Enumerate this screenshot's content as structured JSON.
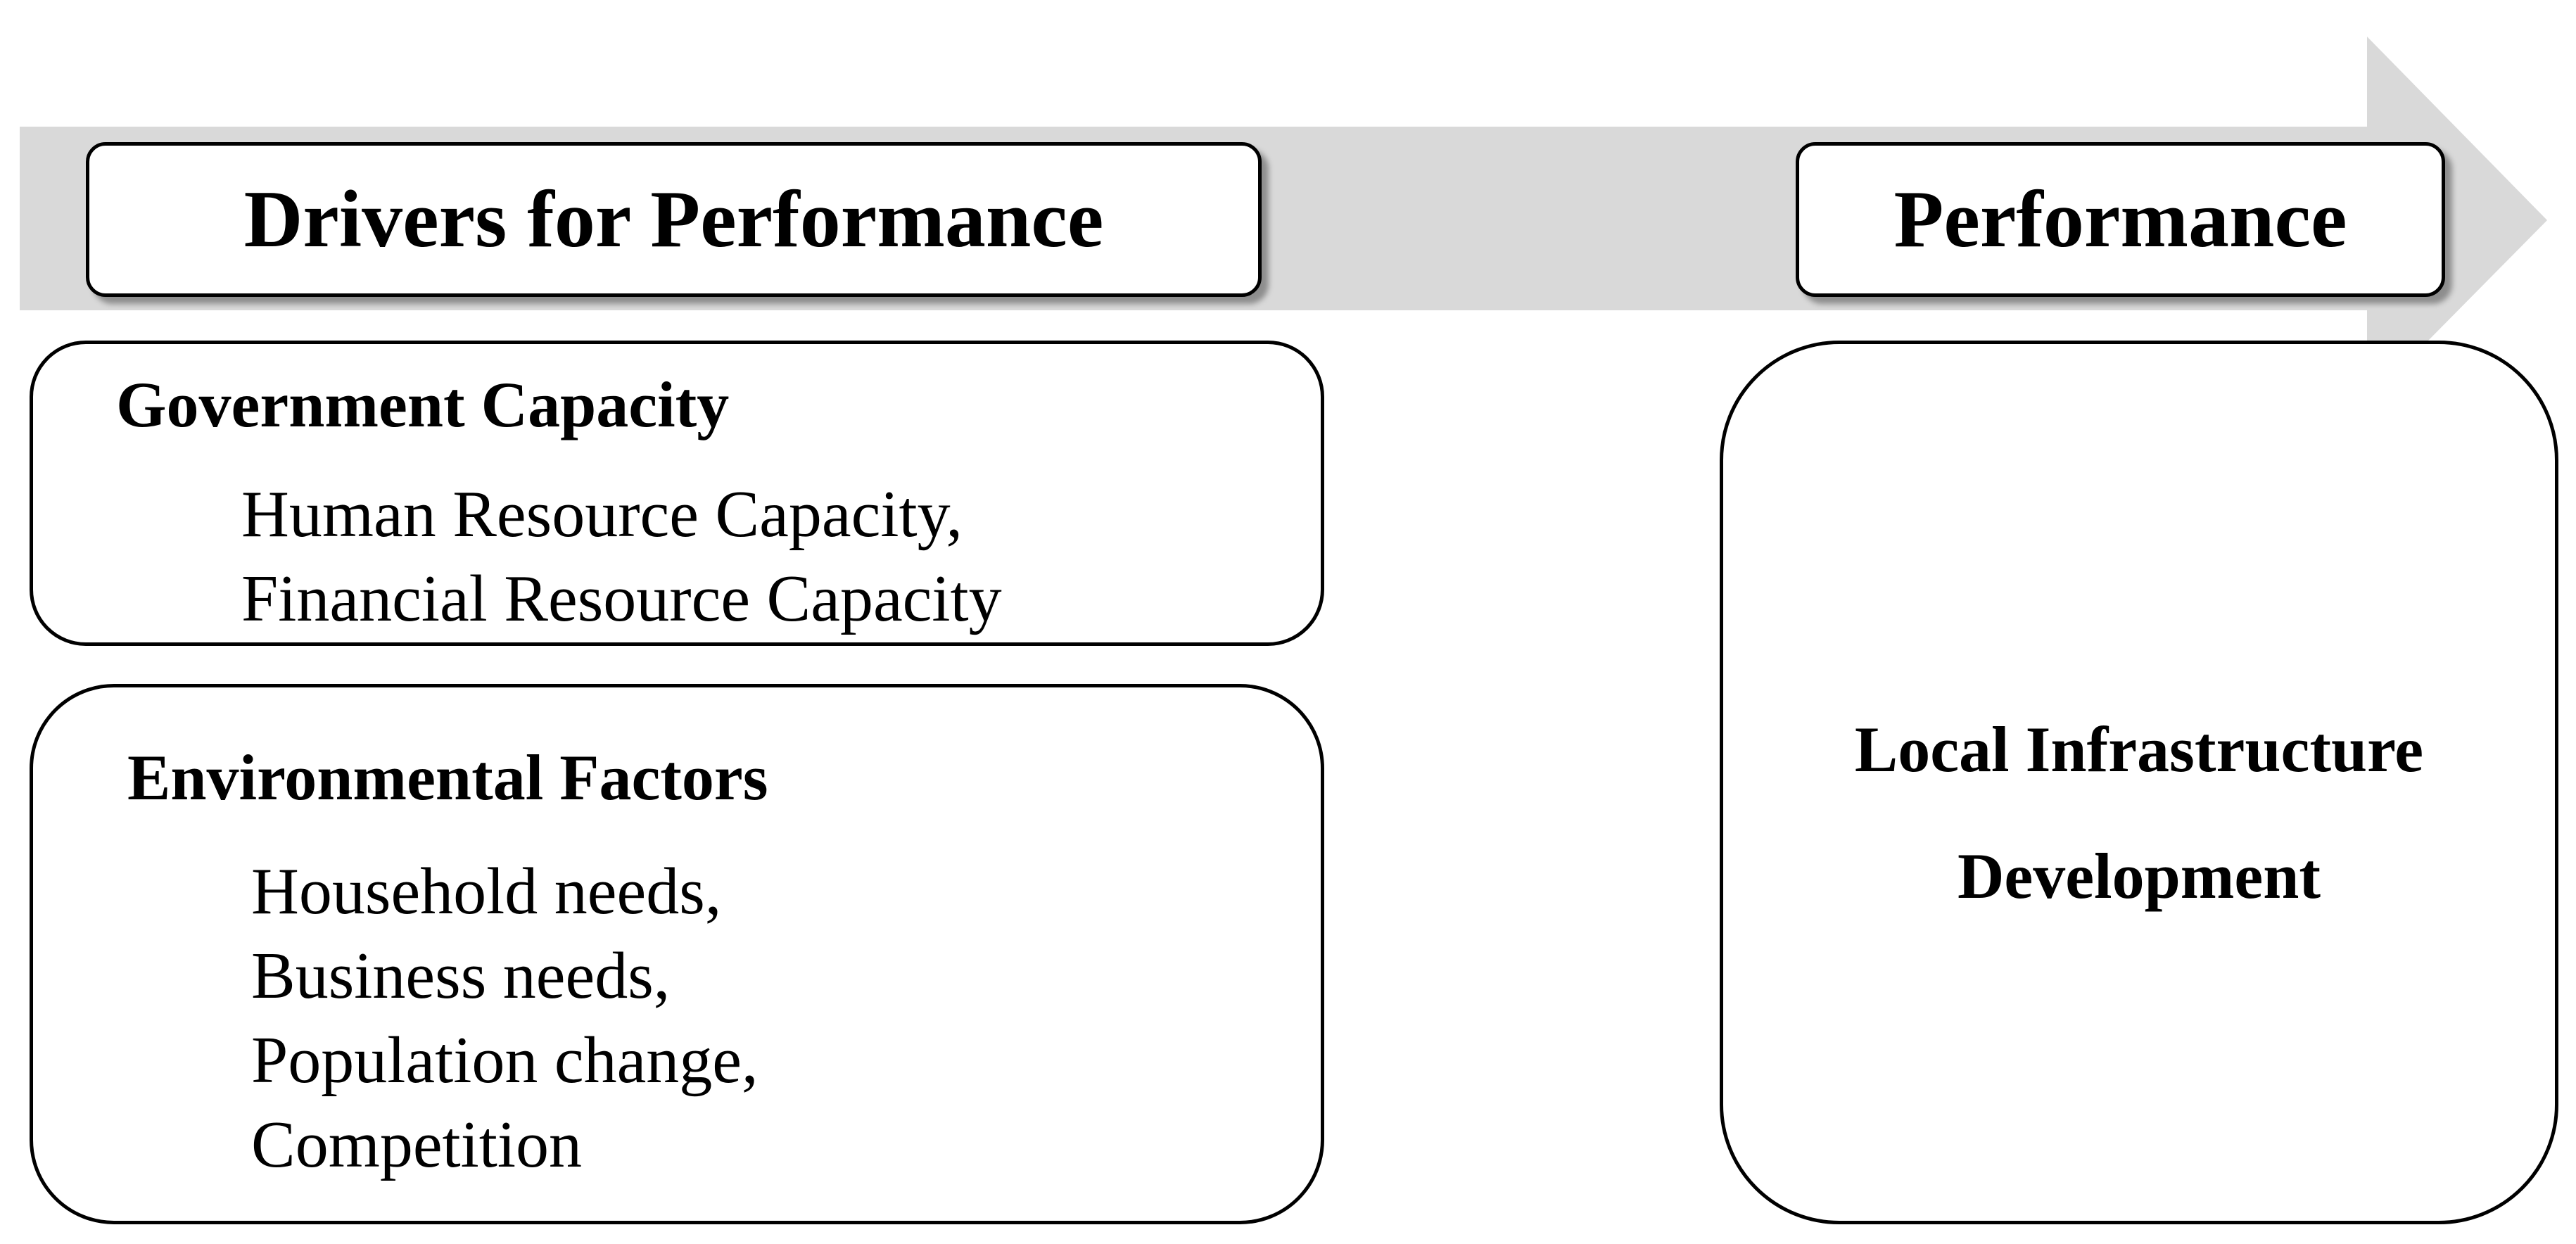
{
  "arrow": {
    "fill_color": "#d9d9d9"
  },
  "headers": {
    "drivers": "Drivers for Performance",
    "performance": "Performance"
  },
  "government_capacity": {
    "title": "Government Capacity",
    "items": [
      "Human Resource Capacity,",
      "Financial Resource Capacity"
    ]
  },
  "environmental_factors": {
    "title": "Environmental Factors",
    "items": [
      "Household needs,",
      "Business needs,",
      "Population change,",
      "Competition"
    ]
  },
  "outcome": {
    "lines": [
      "Local Infrastructure",
      "Development"
    ]
  }
}
